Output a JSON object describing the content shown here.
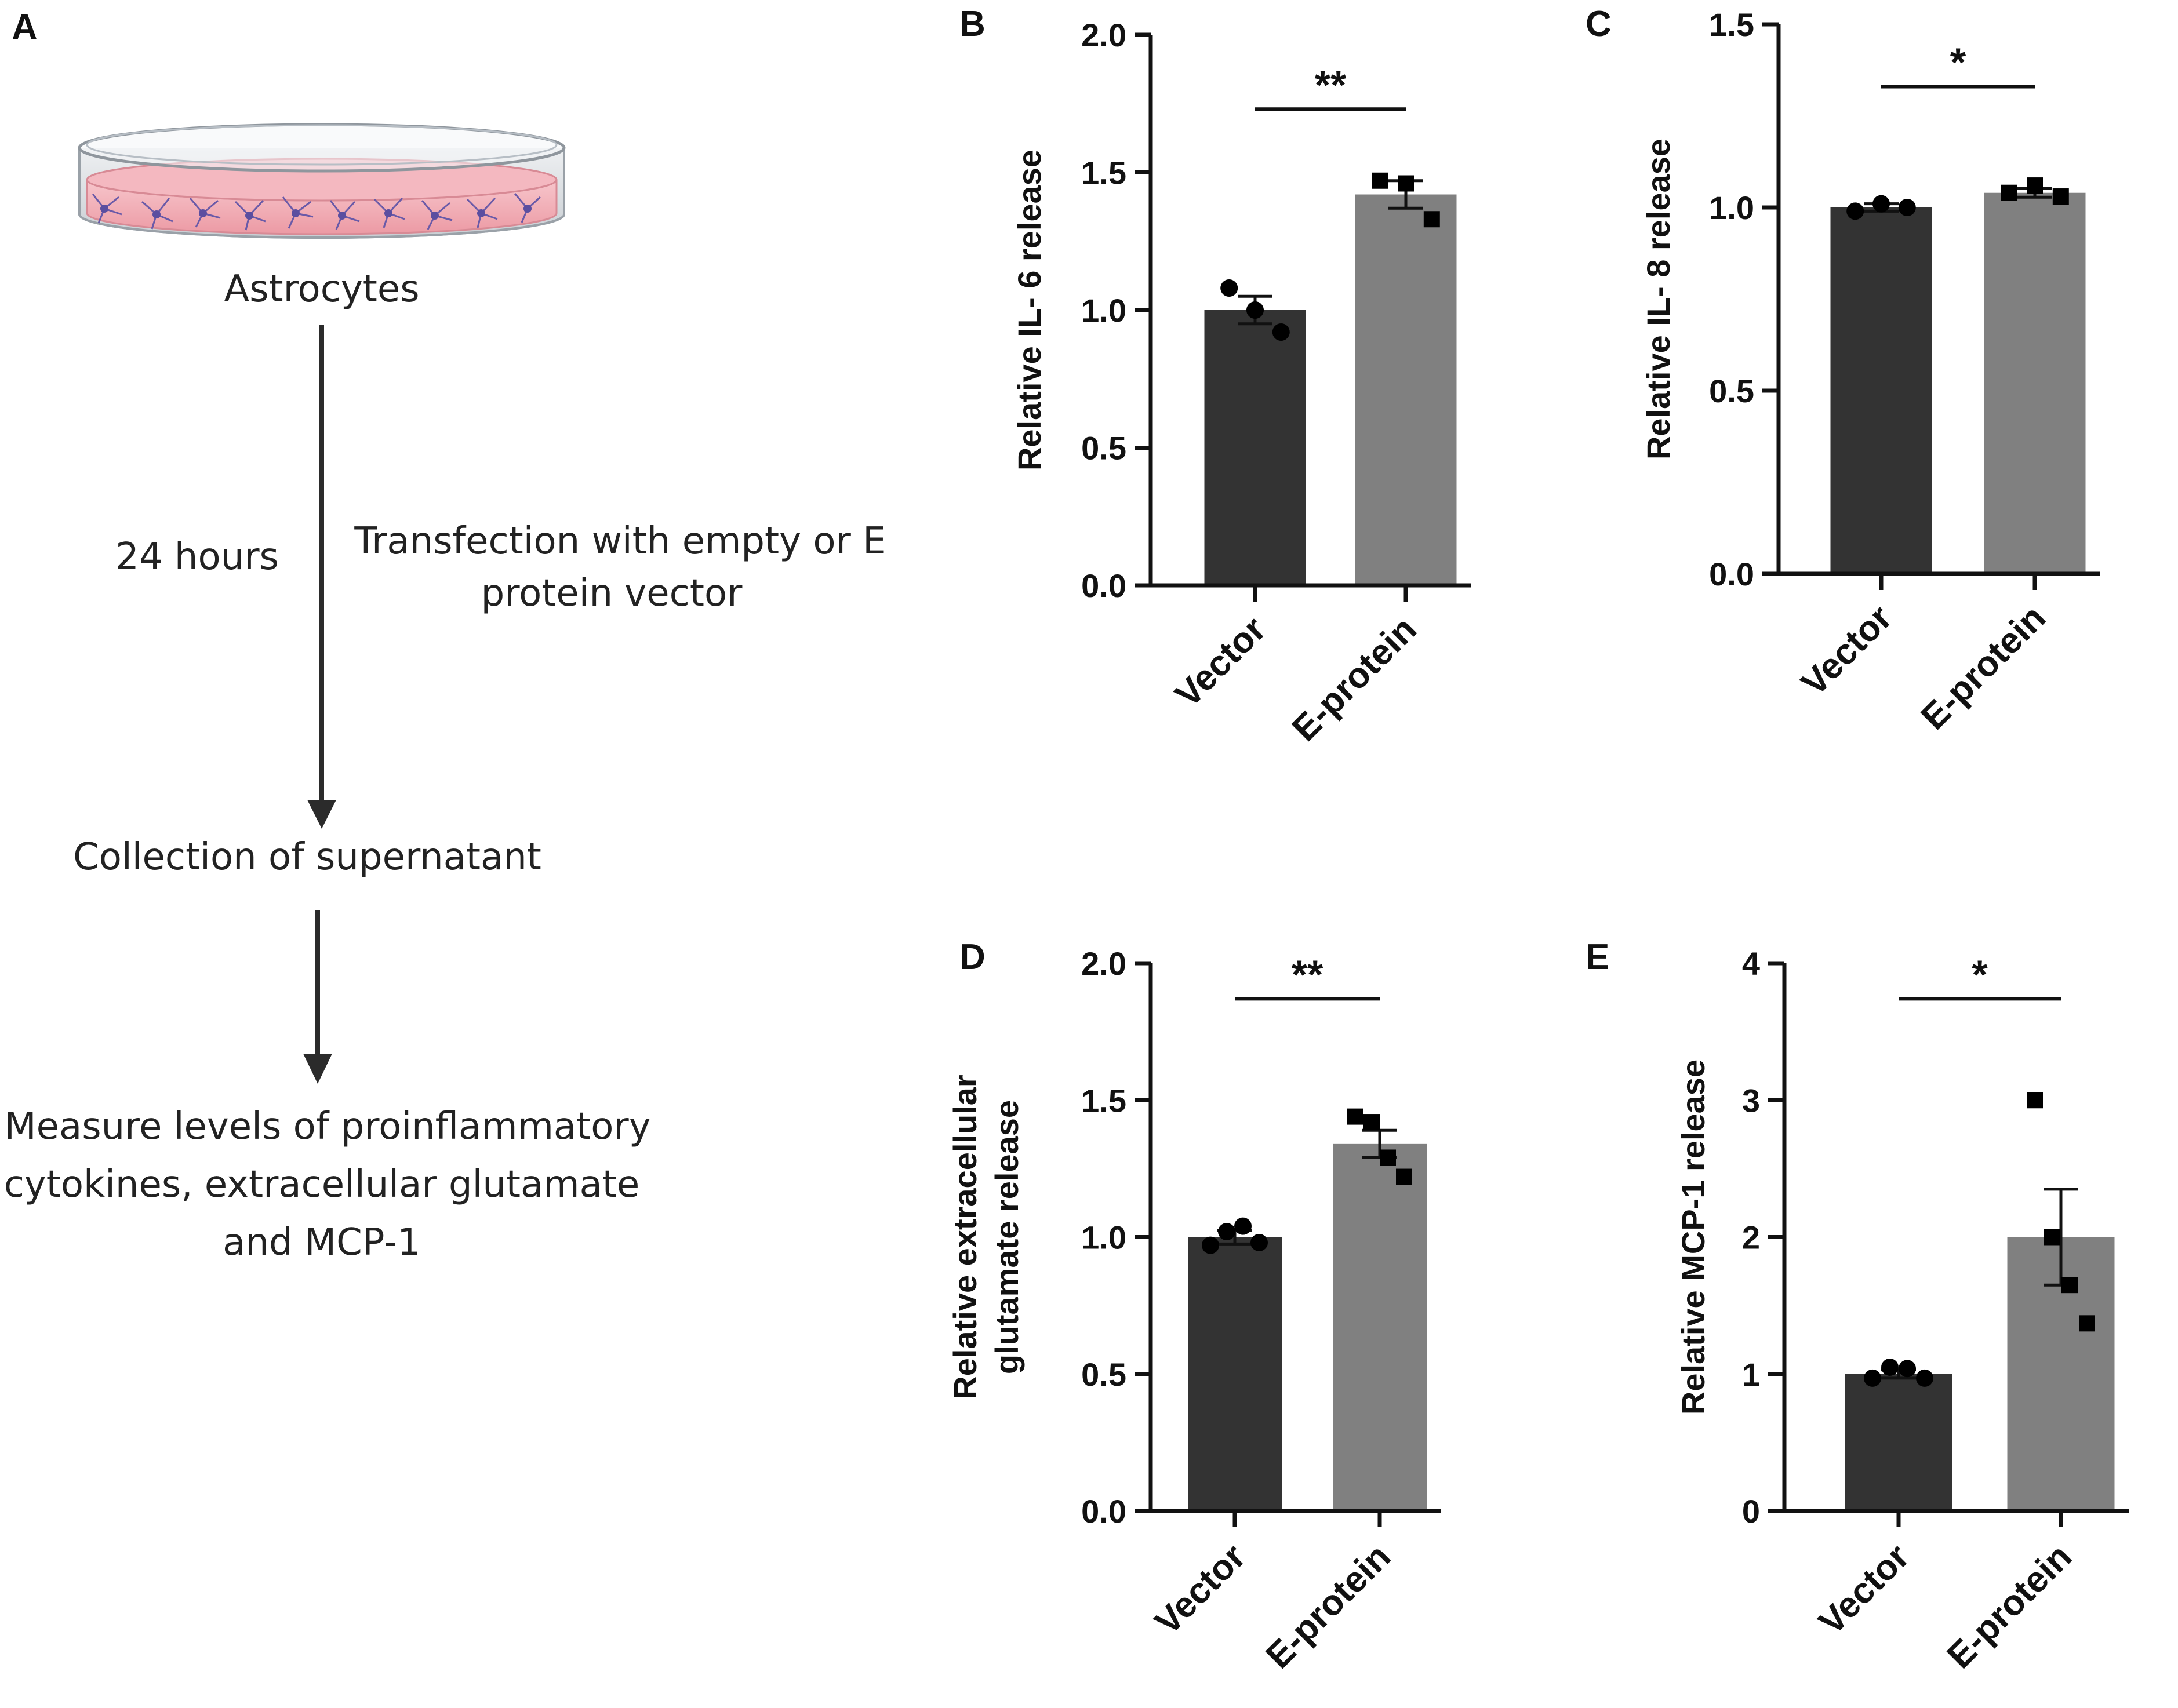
{
  "panel_a": {
    "letter": "A",
    "astrocytes_label": "Astrocytes",
    "time_label": "24 hours",
    "transfection_lines": [
      "Transfection with empty or E",
      "protein vector"
    ],
    "collection_label": "Collection of supernatant",
    "measure_lines": [
      "Measure levels of proinflammatory",
      "cytokines, extracellular glutamate",
      "and MCP-1"
    ]
  },
  "chart_data": [
    {
      "panel": "B",
      "type": "bar",
      "categories": [
        "Vector",
        "E-protein"
      ],
      "values": [
        1.0,
        1.42
      ],
      "sem": [
        0.05,
        0.05
      ],
      "points": [
        [
          1.08,
          1.0,
          0.92
        ],
        [
          1.47,
          1.46,
          1.33
        ]
      ],
      "markers": [
        "circle",
        "square"
      ],
      "bar_colors": [
        "#333333",
        "#808080"
      ],
      "ylabel": [
        "Relative IL- 6 release"
      ],
      "ylim": [
        0,
        2.0
      ],
      "yticks": [
        0.0,
        0.5,
        1.0,
        1.5,
        2.0
      ],
      "ytick_labels": [
        "0.0",
        "0.5",
        "1.0",
        "1.5",
        "2.0"
      ],
      "significance": "**",
      "sig_y": 1.73
    },
    {
      "panel": "C",
      "type": "bar",
      "categories": [
        "Vector",
        "E-protein"
      ],
      "values": [
        1.0,
        1.04
      ],
      "sem": [
        0.01,
        0.012
      ],
      "points": [
        [
          0.99,
          1.01,
          1.0
        ],
        [
          1.04,
          1.06,
          1.03
        ]
      ],
      "markers": [
        "circle",
        "square"
      ],
      "bar_colors": [
        "#333333",
        "#808080"
      ],
      "ylabel": [
        "Relative IL- 8 release"
      ],
      "ylim": [
        0,
        1.5
      ],
      "yticks": [
        0.0,
        0.5,
        1.0,
        1.5
      ],
      "ytick_labels": [
        "0.0",
        "0.5",
        "1.0",
        "1.5"
      ],
      "significance": "*",
      "sig_y": 1.33
    },
    {
      "panel": "D",
      "type": "bar",
      "categories": [
        "Vector",
        "E-protein"
      ],
      "values": [
        1.0,
        1.34
      ],
      "sem": [
        0.025,
        0.05
      ],
      "points": [
        [
          0.97,
          1.02,
          1.04,
          0.98
        ],
        [
          1.44,
          1.42,
          1.29,
          1.22
        ]
      ],
      "markers": [
        "circle",
        "square"
      ],
      "bar_colors": [
        "#333333",
        "#808080"
      ],
      "ylabel": [
        "Relative extracellular",
        "glutamate release"
      ],
      "ylim": [
        0,
        2.0
      ],
      "yticks": [
        0.0,
        0.5,
        1.0,
        1.5,
        2.0
      ],
      "ytick_labels": [
        "0.0",
        "0.5",
        "1.0",
        "1.5",
        "2.0"
      ],
      "significance": "**",
      "sig_y": 1.87
    },
    {
      "panel": "E",
      "type": "bar",
      "categories": [
        "Vector",
        "E-protein"
      ],
      "values": [
        1.0,
        2.0
      ],
      "sem": [
        0.03,
        0.35
      ],
      "points": [
        [
          0.97,
          1.05,
          1.04,
          0.97
        ],
        [
          3.0,
          2.0,
          1.65,
          1.37
        ]
      ],
      "markers": [
        "circle",
        "square"
      ],
      "bar_colors": [
        "#333333",
        "#808080"
      ],
      "ylabel": [
        "Relative MCP-1 release"
      ],
      "ylim": [
        0,
        4
      ],
      "yticks": [
        0,
        1,
        2,
        3,
        4
      ],
      "ytick_labels": [
        "0",
        "1",
        "2",
        "3",
        "4"
      ],
      "significance": "*",
      "sig_y": 3.74
    }
  ]
}
